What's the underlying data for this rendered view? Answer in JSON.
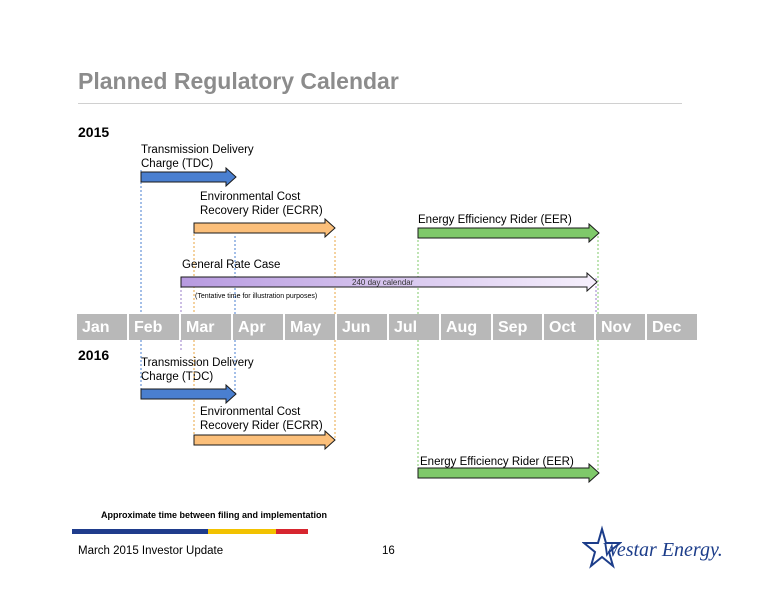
{
  "title": "Planned Regulatory Calendar",
  "year_2015": "2015",
  "year_2016": "2016",
  "months": [
    "Jan",
    "Feb",
    "Mar",
    "Apr",
    "May",
    "Jun",
    "Jul",
    "Aug",
    "Sep",
    "Oct",
    "Nov",
    "Dec"
  ],
  "items_2015": {
    "tdc": [
      "Transmission Delivery",
      "Charge (TDC)"
    ],
    "ecrr": [
      "Environmental Cost",
      "Recovery Rider (ECRR)"
    ],
    "eer": "Energy Efficiency Rider (EER)",
    "grc": "General Rate Case",
    "grc_bar_text": "240 day calendar",
    "grc_note": "(Tentative time for illustration purposes)"
  },
  "items_2016": {
    "tdc": [
      "Transmission Delivery",
      "Charge (TDC)"
    ],
    "ecrr": [
      "Environmental Cost",
      "Recovery Rider (ECRR)"
    ],
    "eer": "Energy Efficiency Rider (EER)"
  },
  "legend": {
    "text": "Approximate time between filing and implementation",
    "colors": [
      "#1f3c8c",
      "#f2c200",
      "#d7262f"
    ]
  },
  "colors": {
    "tdc": "#4a7fd0",
    "ecrr": "#fbbf7a",
    "eer": "#7fc96a",
    "grc_start": "#c7a8e6",
    "grc_end": "#f4ecfb",
    "month_bg": "#b8b8b8"
  },
  "footer": {
    "left": "March 2015 Investor Update",
    "page": "16"
  },
  "logo": {
    "brand": "Westar Energy."
  }
}
